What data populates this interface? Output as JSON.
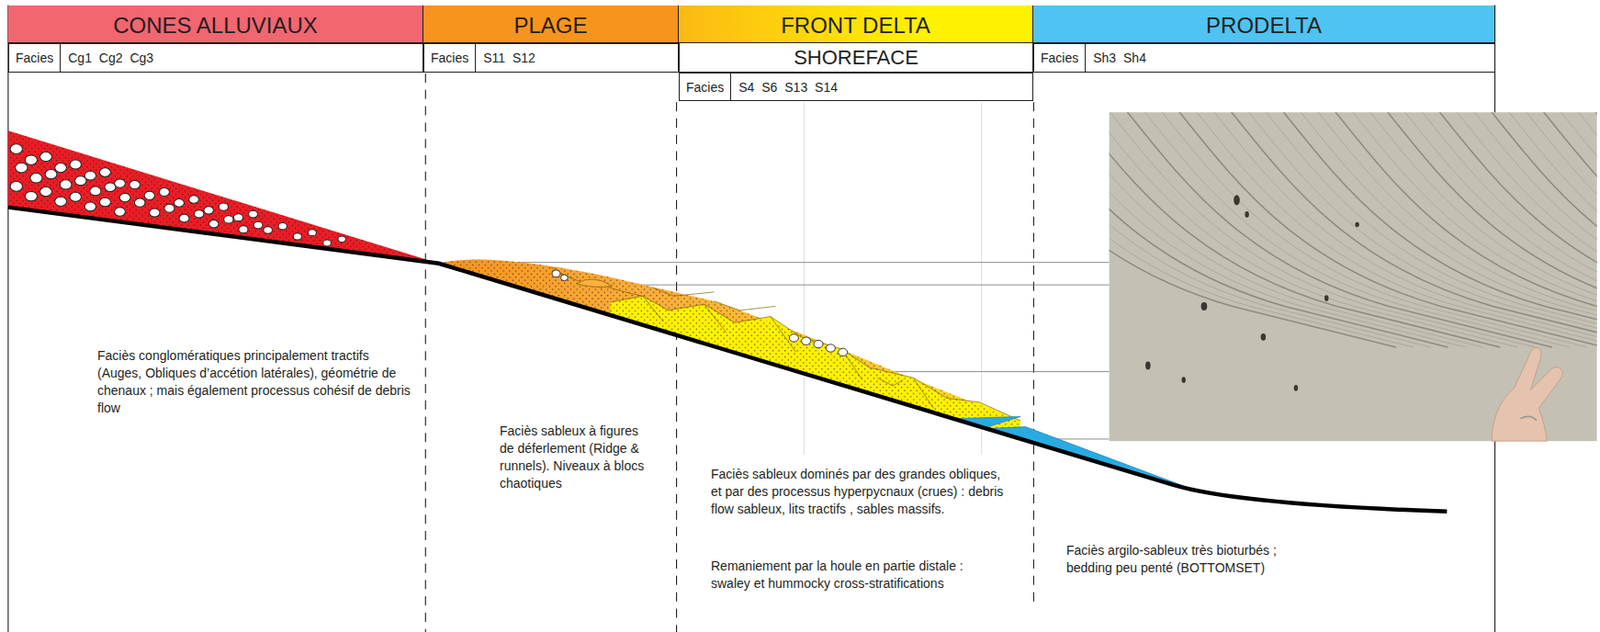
{
  "diagram": {
    "nodes": [
      {
        "text": [
          "CONES ALLUVIAUX"
        ]
      },
      {
        "text": [
          "PLAGE"
        ]
      },
      {
        "text": [
          "FRONT DELTA"
        ]
      },
      {
        "text": [
          "PRODELTA"
        ]
      },
      {
        "text": [
          "Facies",
          "Cg1 Cg2 Cg3"
        ]
      },
      {
        "text": [
          "Facies",
          "S11 S12"
        ]
      },
      {
        "text": [
          "SHOREFACE"
        ]
      },
      {
        "text": [
          "Facies",
          "S4 S6 S13 S14"
        ]
      },
      {
        "text": [
          "Facies",
          "Sh3 Sh4"
        ]
      }
    ],
    "labels": [
      "Faciès conglomératiques principalement tractifs (Auges, Obliques d’accétion latérales), géométrie de chenaux ; mais également processus cohésif de debris flow",
      "Faciès sableux à figures de déferlement (Ridge & runnels). Niveaux à blocs chaotiques",
      "Faciès sableux dominés par des grandes obliques, et par des processus hyperpycnaux (crues) : debris flow sableux, lits tractifs , sables massifs.",
      "Remaniement par la houle en partie distale : swaley et hummocky cross-stratifications",
      "Faciès argilo-sableux très bioturbés ; bedding peu penté (BOTTOMSET)"
    ]
  }
}
